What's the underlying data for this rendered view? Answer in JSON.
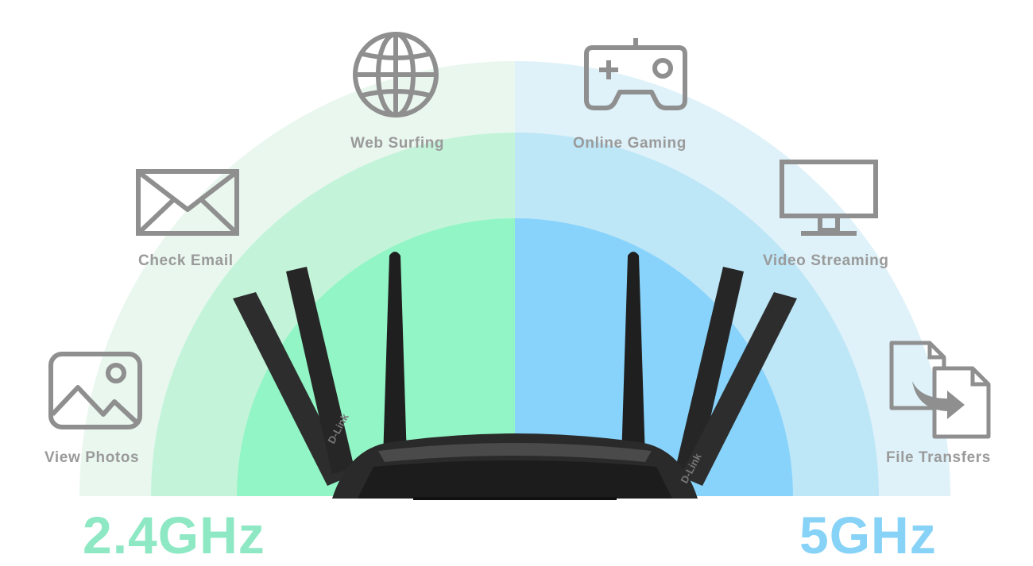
{
  "colors": {
    "left_outer": "#e9f7ef",
    "left_mid": "#c3f4da",
    "left_inner": "#92f5c6",
    "right_outer": "#dff2f9",
    "right_mid": "#bde6f7",
    "right_inner": "#88d3fb",
    "label_gray": "#9a9a9a",
    "icon_gray": "#8f8f8f",
    "band_24": "#8ee8c4",
    "band_5": "#87d2f7"
  },
  "activities": {
    "view_photos": {
      "label": "View Photos",
      "icon": "image-icon"
    },
    "check_email": {
      "label": "Check Email",
      "icon": "envelope-icon"
    },
    "web_surfing": {
      "label": "Web Surfing",
      "icon": "globe-icon"
    },
    "online_gaming": {
      "label": "Online Gaming",
      "icon": "gamepad-icon"
    },
    "video_streaming": {
      "label": "Video Streaming",
      "icon": "monitor-icon"
    },
    "file_transfers": {
      "label": "File Transfers",
      "icon": "file-transfer-icon"
    }
  },
  "bands": {
    "low": "2.4GHz",
    "high": "5GHz"
  },
  "router": {
    "brand": "D-Link"
  }
}
